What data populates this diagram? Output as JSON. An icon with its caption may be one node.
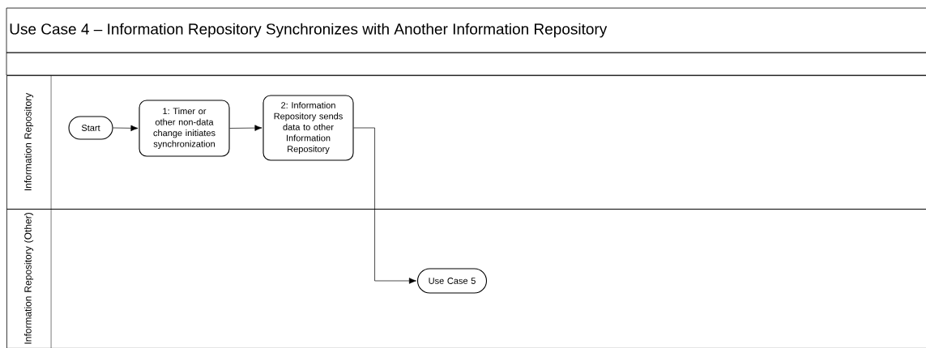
{
  "diagram": {
    "title": "Use Case 4 – Information Repository Synchronizes with Another Information Repository",
    "nodes": [
      {
        "text": [
          "Information Repository"
        ]
      },
      {
        "text": [
          "Information Repository (Other)"
        ]
      },
      {
        "text": [
          "Start"
        ],
        "in": 0
      },
      {
        "text": [
          "1: Timer or other non-data change initiates synchronization"
        ],
        "in": 0
      },
      {
        "text": [
          "2: Information Repository sends data to other Information Repository"
        ],
        "in": 0
      },
      {
        "text": [
          "Use Case 5"
        ],
        "in": 1
      }
    ],
    "edges": [
      {
        "from": 2,
        "to": 3,
        "arrow": "to"
      },
      {
        "from": 3,
        "to": 4,
        "arrow": "to"
      },
      {
        "from": 4,
        "to": 5,
        "arrow": "to"
      }
    ]
  }
}
